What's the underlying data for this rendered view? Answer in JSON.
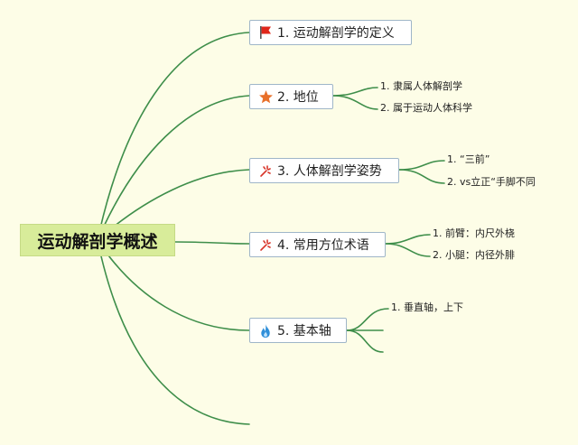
{
  "root": {
    "label": "运动解剖学概述"
  },
  "topics": [
    {
      "label": "1. 运动解剖学的定义",
      "icon": "red-flag-icon"
    },
    {
      "label": "2. 地位",
      "icon": "orange-star-icon"
    },
    {
      "label": "3. 人体解剖学姿势",
      "icon": "red-sparkle-icon"
    },
    {
      "label": "4. 常用方位术语",
      "icon": "red-sparkle-icon"
    },
    {
      "label": "5. 基本轴",
      "icon": "blue-flame-icon"
    }
  ],
  "subtopics": {
    "t2": [
      "1. 隶属人体解剖学",
      "2. 属于运动人体科学"
    ],
    "t3": [
      "1. “三前”",
      "2. vs立正“手脚不同"
    ],
    "t4": [
      "1. 前臂：内尺外桡",
      "2. 小腿：内径外腓"
    ],
    "t5": [
      "1. 垂直轴，上下"
    ]
  },
  "colors": {
    "branch": "#3e8e4a",
    "flag": "#e0271b",
    "star": "#e8702a",
    "sparkle": "#d8352a",
    "flame": "#2f8fd9"
  }
}
